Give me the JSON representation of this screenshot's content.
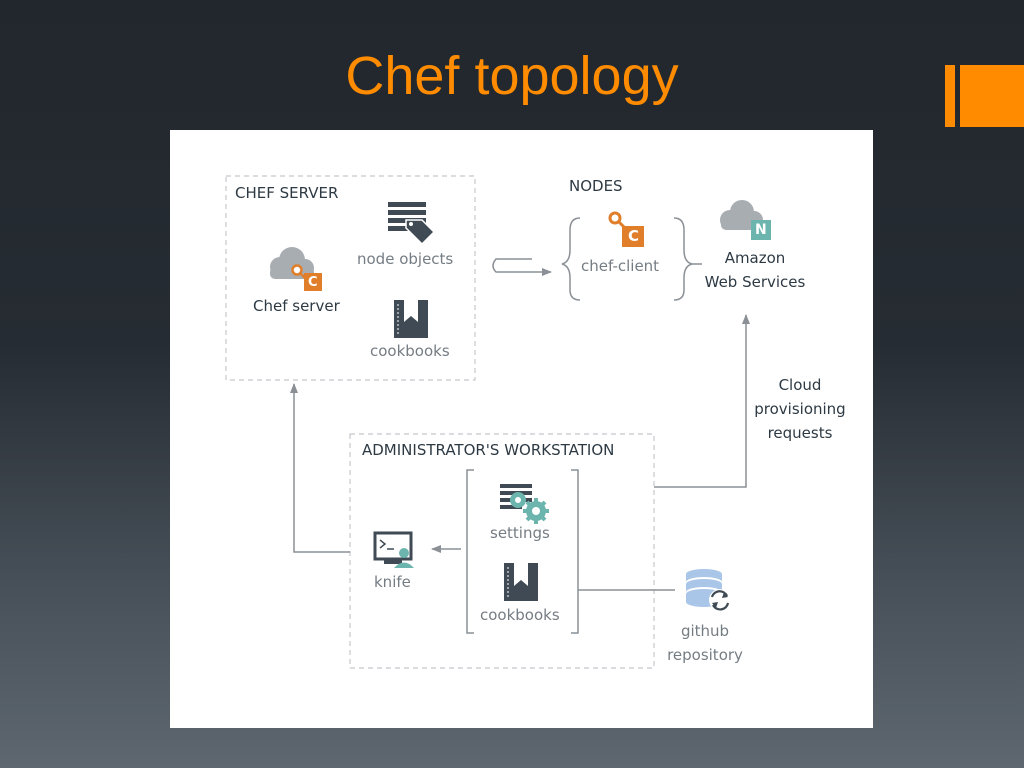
{
  "slide": {
    "title": "Chef topology"
  },
  "colors": {
    "accent": "#ff8c00",
    "chef_orange": "#e07e2a",
    "teal": "#6cb5ae",
    "dark_icon": "#3f4a54",
    "cloud_gray": "#a8adb2",
    "db_blue": "#a9c6e8"
  },
  "chef_server": {
    "heading": "CHEF SERVER",
    "server_label": "Chef server",
    "node_objects_label": "node objects",
    "cookbooks_label": "cookbooks",
    "badge_letter": "C"
  },
  "nodes": {
    "heading": "NODES",
    "client_label": "chef-client",
    "badge_letter": "C",
    "aws_line1": "Amazon",
    "aws_line2": "Web Services",
    "aws_badge_letter": "N"
  },
  "cloud_requests": {
    "line1": "Cloud",
    "line2": "provisioning",
    "line3": "requests"
  },
  "workstation": {
    "heading": "ADMINISTRATOR'S WORKSTATION",
    "settings_label": "settings",
    "cookbooks_label": "cookbooks",
    "knife_label": "knife"
  },
  "github": {
    "line1": "github",
    "line2": "repository"
  },
  "icons": {
    "cloud": "cloud-icon",
    "node_objects": "tag-list-icon",
    "cookbook": "bookmark-book-icon",
    "chef_badge": "chef-badge-icon",
    "settings": "gear-list-icon",
    "knife": "terminal-user-icon",
    "database": "database-sync-icon"
  }
}
